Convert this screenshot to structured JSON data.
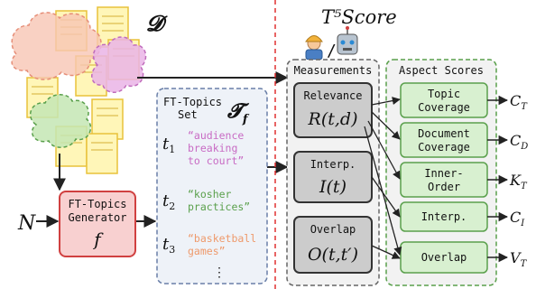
{
  "diagram": {
    "corpus_label": "𝓓",
    "title": "T⁵Score",
    "human_robot_separator": "/",
    "input_label": "N",
    "generator": {
      "line1": "FT-Topics",
      "line2": "Generator",
      "fn": "f"
    },
    "topics_set": {
      "line1": "FT-Topics",
      "line2": "Set",
      "symbol": "𝓣",
      "symbol_sub": "f",
      "items": [
        {
          "var": "t",
          "sub": "1",
          "lines": [
            "“audience",
            "breaking",
            "to court”"
          ],
          "color": "#c86bc4"
        },
        {
          "var": "t",
          "sub": "2",
          "lines": [
            "“kosher",
            "practices”"
          ],
          "color": "#5aa04c"
        },
        {
          "var": "t",
          "sub": "3",
          "lines": [
            "“basketball",
            "games”"
          ],
          "color": "#ee9a6c"
        }
      ],
      "ellipsis": "⋮"
    },
    "measurements": {
      "header": "Measurements",
      "items": [
        {
          "label": "Relevance",
          "formula": "R(t,d)"
        },
        {
          "label": "Interp.",
          "formula": "I(t)"
        },
        {
          "label": "Overlap",
          "formula": "O(t,t′)"
        }
      ]
    },
    "aspects": {
      "header": "Aspect Scores",
      "items": [
        {
          "lines": [
            "Topic",
            "Coverage"
          ],
          "out_var": "C",
          "out_sub": "T"
        },
        {
          "lines": [
            "Document",
            "Coverage"
          ],
          "out_var": "C",
          "out_sub": "D"
        },
        {
          "lines": [
            "Inner-",
            "Order"
          ],
          "out_var": "K",
          "out_sub": "T"
        },
        {
          "lines": [
            "Interp."
          ],
          "out_var": "C",
          "out_sub": "I"
        },
        {
          "lines": [
            "Overlap"
          ],
          "out_var": "V",
          "out_sub": "T"
        }
      ]
    },
    "colors": {
      "divider": "#e03030",
      "generator_fill": "#f8d0d0",
      "generator_stroke": "#d04040",
      "topics_fill": "#eef2f8",
      "topics_stroke": "#6a7fa8",
      "measure_fill": "#cccccc",
      "measure_stroke": "#333333",
      "aspect_fill": "#d8f0d0",
      "aspect_stroke": "#5aa04c",
      "panel_fill": "#f2f2f2"
    }
  }
}
